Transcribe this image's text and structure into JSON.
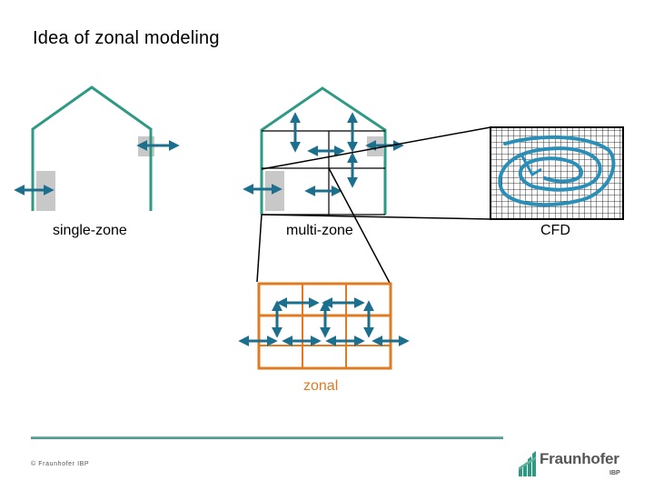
{
  "slide": {
    "title": "Idea of zonal modeling"
  },
  "labels": {
    "single_zone": "single-zone",
    "multi_zone": "multi-zone",
    "cfd": "CFD",
    "zonal": "zonal"
  },
  "footer": {
    "copyright": "© Fraunhofer IBP",
    "logo_name": "Fraunhofer",
    "logo_sub": "IBP"
  },
  "colors": {
    "house": "#2f9a84",
    "zonal": "#e07b22",
    "arrow": "#1d6f8e",
    "cfd_swirl": "#2a8fb8",
    "opening": "#c8c8c8"
  }
}
